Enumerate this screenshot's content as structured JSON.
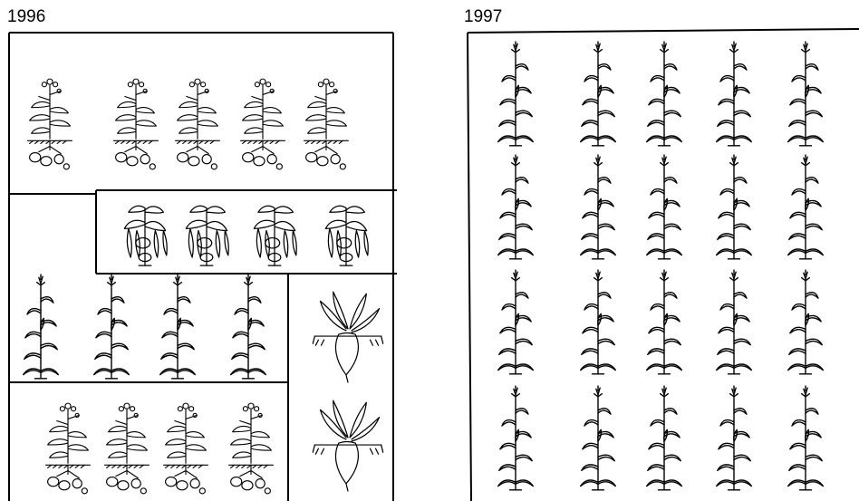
{
  "panels": [
    {
      "year": "1996",
      "plots": [
        {
          "crop": "potato",
          "count": 5
        },
        {
          "crop": "bean",
          "count": 4
        },
        {
          "crop": "maize",
          "count": 4
        },
        {
          "crop": "beet",
          "count": 2
        },
        {
          "crop": "potato",
          "count": 4
        }
      ]
    },
    {
      "year": "1997",
      "plots": [
        {
          "crop": "maize",
          "count": 20
        }
      ]
    }
  ],
  "colors": {
    "ink": "#000000",
    "paper": "#ffffff"
  }
}
